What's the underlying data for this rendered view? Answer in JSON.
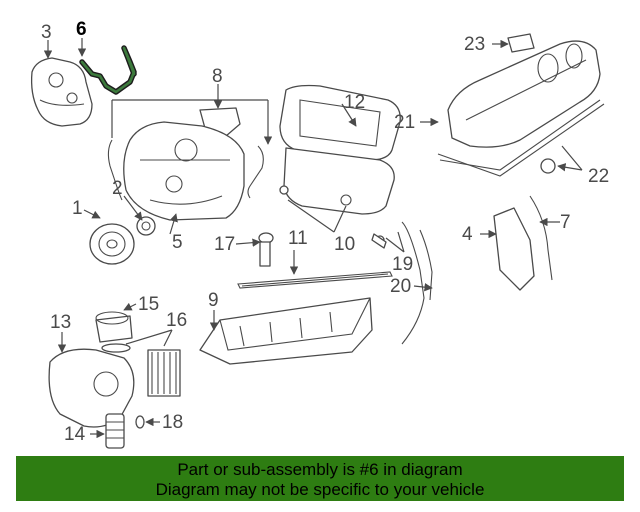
{
  "callouts": {
    "c1": "1",
    "c2": "2",
    "c3": "3",
    "c4": "4",
    "c5": "5",
    "c6": "6",
    "c7": "7",
    "c8": "8",
    "c9": "9",
    "c10": "10",
    "c11": "11",
    "c12": "12",
    "c13": "13",
    "c14": "14",
    "c15": "15",
    "c16": "16",
    "c17": "17",
    "c18": "18",
    "c19": "19",
    "c20": "20",
    "c21": "21",
    "c22": "22",
    "c23": "23"
  },
  "highlighted_part": "6",
  "banner": {
    "line1": "Part or sub-assembly is #6 in diagram",
    "line2": "Diagram may not be specific to your vehicle"
  },
  "colors": {
    "banner_bg": "#2e7d12",
    "highlight_part": "#3c7a3c",
    "line_art": "#4a4a4a"
  }
}
